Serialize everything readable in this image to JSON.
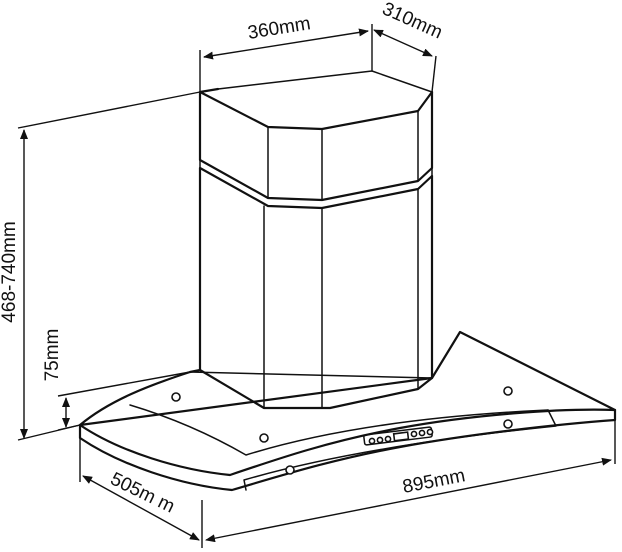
{
  "dimensions": {
    "chimney_width": "360mm",
    "chimney_depth": "310mm",
    "total_height": "468-740mm",
    "canopy_height": "75mm",
    "hood_depth": "505m m",
    "hood_width": "895mm"
  }
}
